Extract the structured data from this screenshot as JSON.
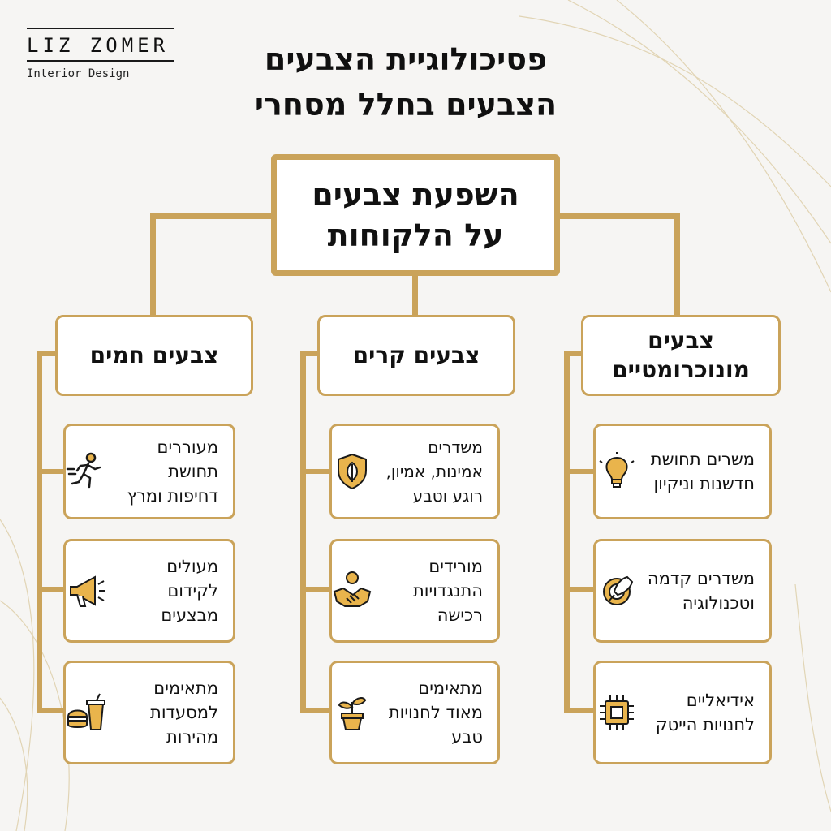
{
  "brand": {
    "name": "LIZ ZOMER",
    "subtitle": "Interior Design"
  },
  "title": {
    "line1": "פסיכולוגיית הצבעים",
    "line2": "הצבעים בחלל מסחרי"
  },
  "root": {
    "line1": "השפעת צבעים",
    "line2": "על הלקוחות"
  },
  "categories": [
    {
      "label": "צבעים מונוכרומטיים",
      "items": [
        {
          "text": "משרים תחושת חדשנות וניקיון",
          "icon": "lightbulb-icon"
        },
        {
          "text": "משדרים קדמה וטכנולוגיה",
          "icon": "gear-rocket-icon"
        },
        {
          "text": "אידיאליים לחנויות הייטק",
          "icon": "microchip-icon"
        }
      ]
    },
    {
      "label": "צבעים קרים",
      "items": [
        {
          "text": "משדרים אמינות, אמיון, רוגע וטבע",
          "icon": "shield-leaf-icon"
        },
        {
          "text": "מורידים התנגדויות רכישה",
          "icon": "handshake-icon"
        },
        {
          "text": "מתאימים מאוד לחנויות טבע",
          "icon": "potted-plant-icon"
        }
      ]
    },
    {
      "label": "צבעים חמים",
      "items": [
        {
          "text": "מעוררים תחושת דחיפות ומרץ",
          "icon": "running-person-icon"
        },
        {
          "text": "מעולים לקידום מבצעים",
          "icon": "megaphone-icon"
        },
        {
          "text": "מתאימים למסעדות מהירות",
          "icon": "fast-food-icon"
        }
      ]
    }
  ],
  "colors": {
    "accent": "#caa35a",
    "background": "#f6f5f3",
    "icon_fill": "#e9b44c",
    "text": "#111111"
  }
}
